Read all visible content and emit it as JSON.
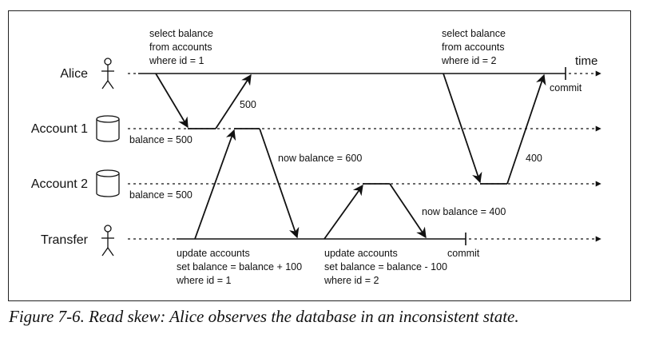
{
  "rows": {
    "alice": "Alice",
    "account1": "Account 1",
    "account2": "Account 2",
    "transfer": "Transfer"
  },
  "time_label": "time",
  "alice_query1": [
    "select balance",
    "from accounts",
    "where id = 1"
  ],
  "alice_query2": [
    "select balance",
    "from accounts",
    "where id = 2"
  ],
  "labels": {
    "alice_commit": "commit",
    "transfer_commit": "commit",
    "read1_value": "500",
    "read2_value": "400",
    "account1_balance": "balance = 500",
    "account2_balance": "balance = 500",
    "account1_new_balance": "now balance = 600",
    "account2_new_balance": "now balance = 400"
  },
  "transfer_update1": [
    "update accounts",
    "set balance = balance + 100",
    "where id = 1"
  ],
  "transfer_update2": [
    "update accounts",
    "set balance = balance - 100",
    "where id = 2"
  ],
  "caption": "Figure 7-6. Read skew: Alice observes the database in an inconsistent state.",
  "colors": {
    "ink": "#111111"
  },
  "icons": {
    "person": "stick-figure-icon",
    "database": "database-cylinder-icon"
  }
}
